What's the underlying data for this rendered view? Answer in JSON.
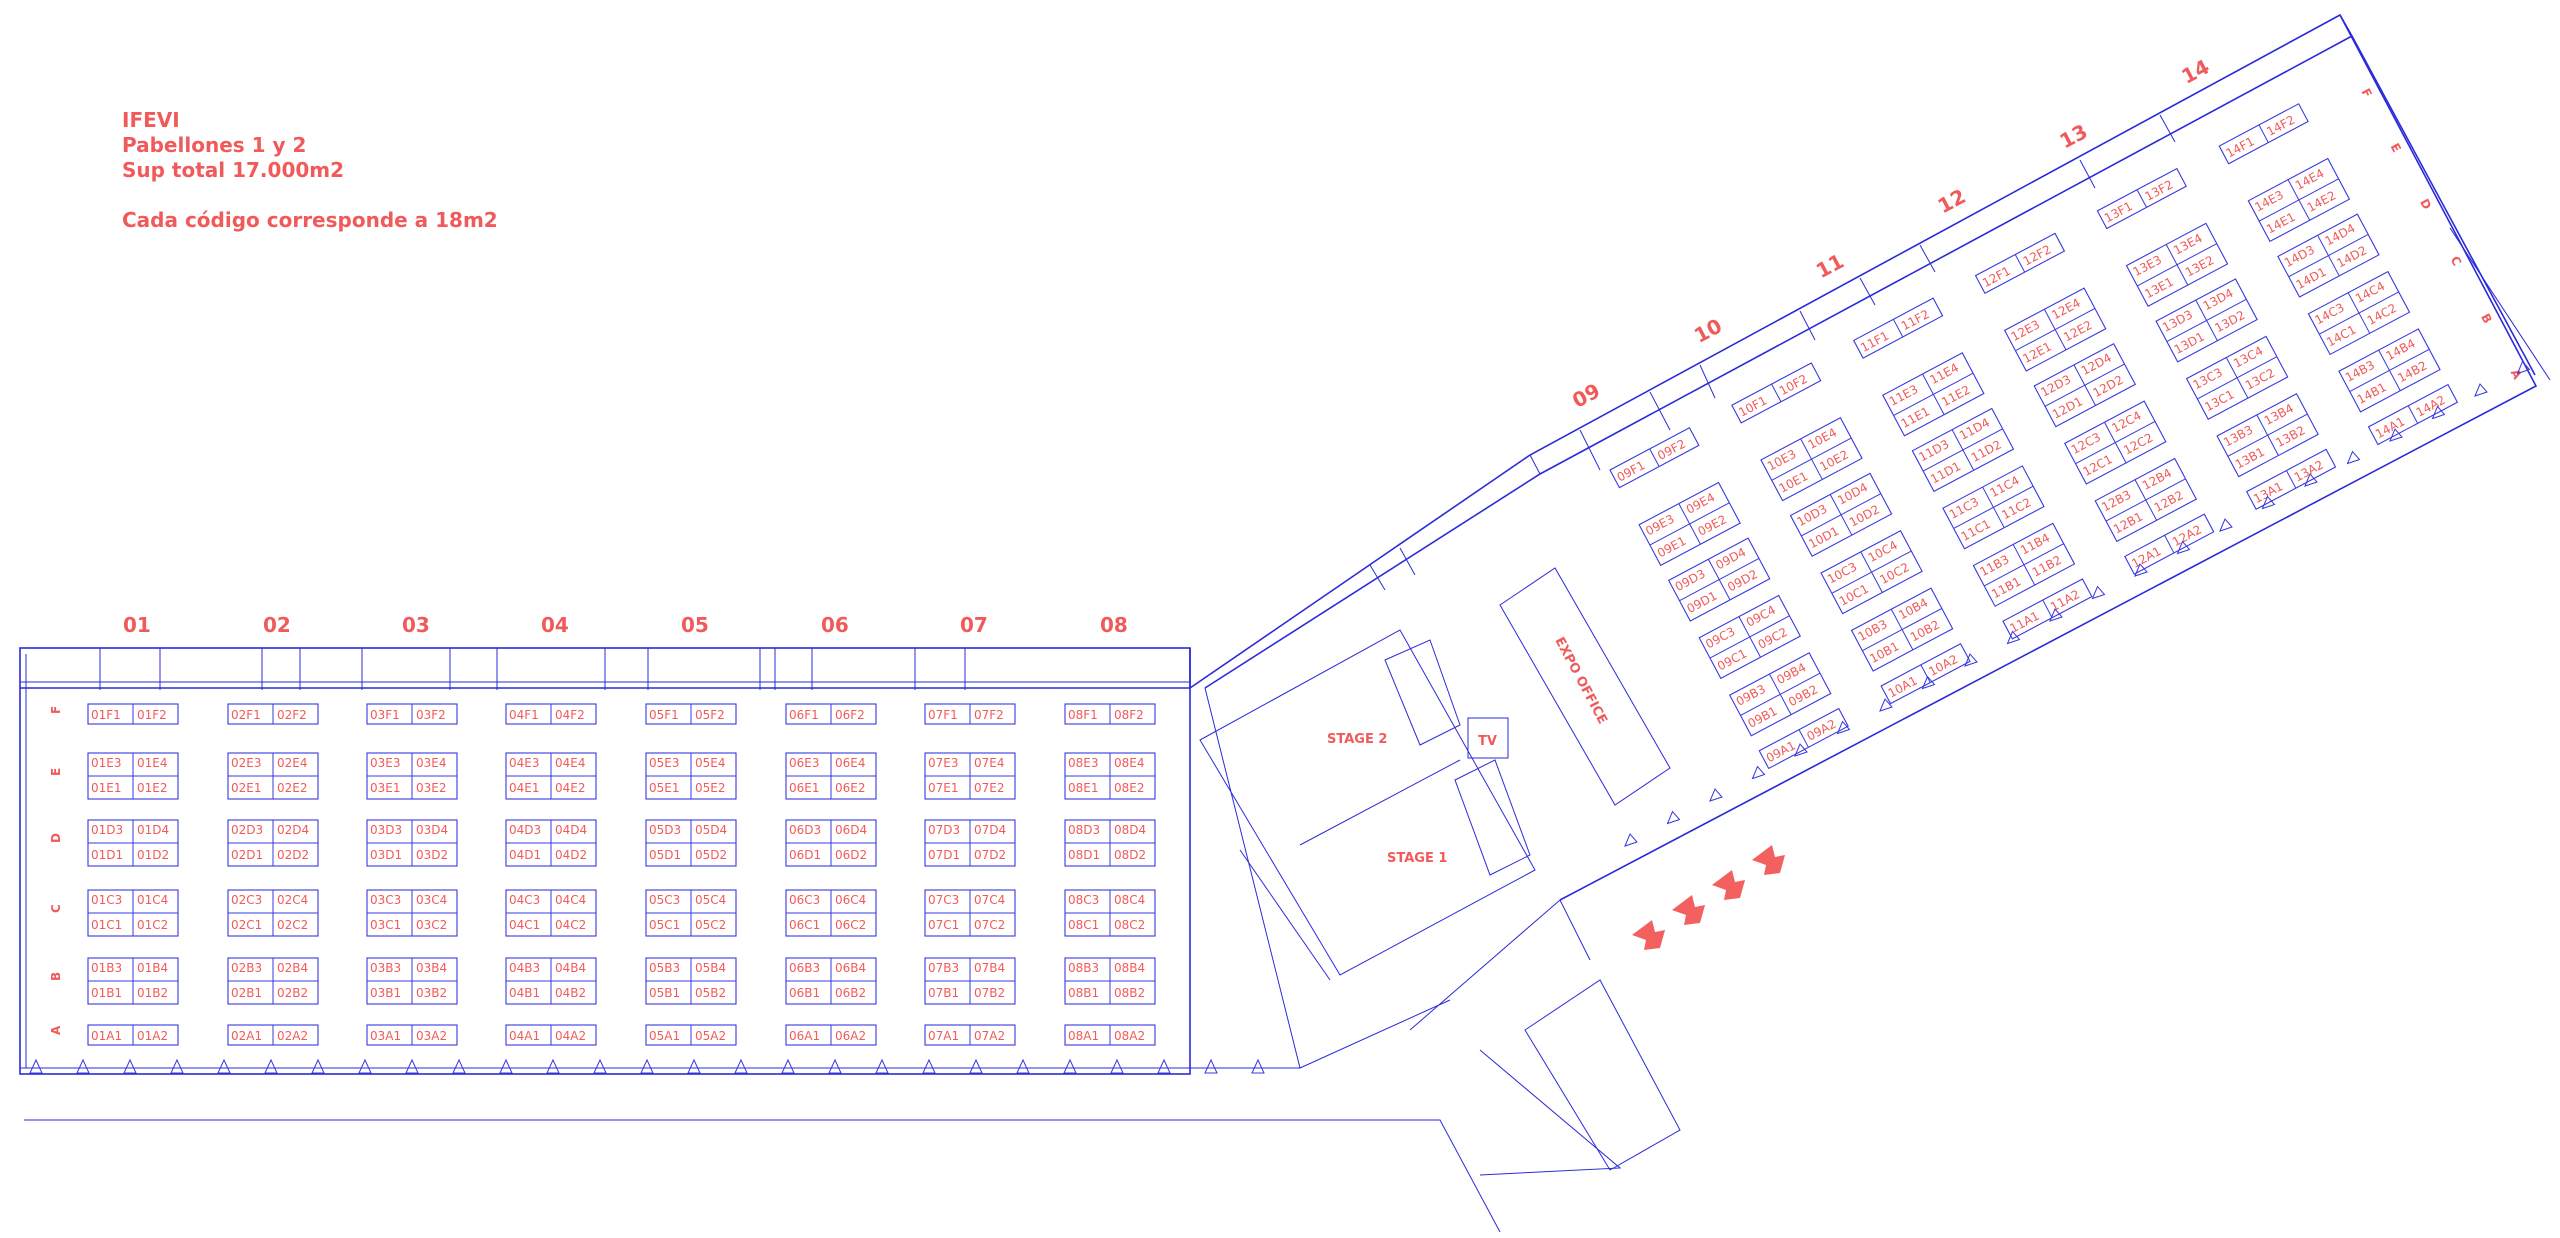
{
  "info": {
    "line1": "IFEVI",
    "line2": "Pabellones 1 y 2",
    "line3": "Sup total 17.000m2",
    "line4": "Cada código corresponde a 18m2"
  },
  "hall1_columns": [
    "01",
    "02",
    "03",
    "04",
    "05",
    "06",
    "07",
    "08"
  ],
  "hall2_columns": [
    "09",
    "10",
    "11",
    "12",
    "13",
    "14"
  ],
  "rows": [
    "F",
    "E",
    "D",
    "C",
    "B",
    "A"
  ],
  "labels": {
    "stage1": "STAGE 1",
    "stage2": "STAGE 2",
    "tv": "TV",
    "expo_office": "EXPO OFFICE"
  },
  "colors": {
    "lines": "#2b2bd9",
    "labels": "#f15a5a",
    "arrows": "#f26060"
  }
}
